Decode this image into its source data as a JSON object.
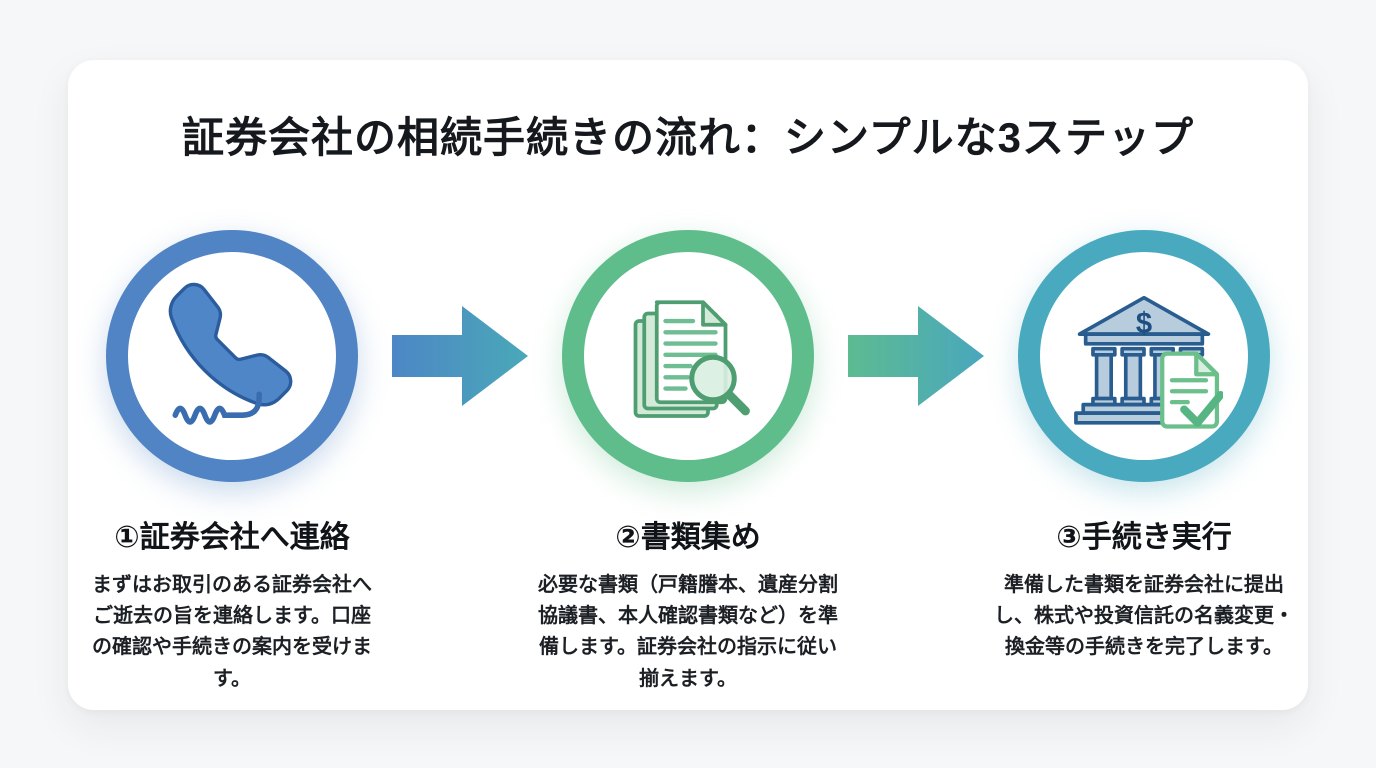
{
  "page": {
    "background_color": "#f6f7f8",
    "card_background_color": "#ffffff"
  },
  "title": "証券会社の相続手続きの流れ：シンプルな3ステップ",
  "steps": [
    {
      "heading": "①証券会社へ連絡",
      "description": "まずはお取引のある証券会社へご逝去の旨を連絡します。口座の確認や手続きの案内を受けます。",
      "icon": "phone-icon",
      "ring_color": "#5084c4"
    },
    {
      "heading": "②書類集め",
      "description": "必要な書類（戸籍謄本、遺産分割協議書、本人確認書類など）を準備します。証券会社の指示に従い揃えます。",
      "icon": "documents-icon",
      "ring_color": "#5fbd8c"
    },
    {
      "heading": "③手続き実行",
      "description": "準備した書類を証券会社に提出し、株式や投資信託の名義変更・換金等の手続きを完了します。",
      "icon": "bank-icon",
      "icon_symbol": "$",
      "ring_color": "#49aabf"
    }
  ],
  "arrows": [
    {
      "from": 1,
      "to": 2,
      "gradient": [
        "#4d87c6",
        "#4aa8b8"
      ]
    },
    {
      "from": 2,
      "to": 3,
      "gradient": [
        "#5dbb92",
        "#49a7bd"
      ]
    }
  ],
  "icon_colors": {
    "phone_fill": "#4f86c8",
    "phone_outline": "#2b5c9e",
    "doc_outline": "#4f9e71",
    "doc_back_fill": "#d4ead9",
    "bank_fill": "#b7cddd",
    "bank_outline": "#2a5d8f",
    "check_green": "#57b584"
  }
}
